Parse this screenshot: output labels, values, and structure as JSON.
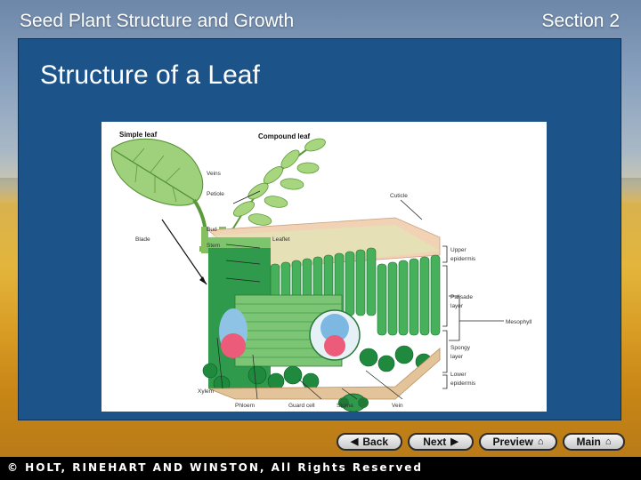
{
  "header": {
    "title": "Seed Plant Structure and Growth",
    "section": "Section 2"
  },
  "slide": {
    "title": "Structure of a Leaf"
  },
  "figure": {
    "simple_leaf": "Simple leaf",
    "compound_leaf": "Compound leaf",
    "veins": "Veins",
    "petiole": "Petiole",
    "bud": "Bud",
    "stem": "Stem",
    "blade": "Blade",
    "leaflet": "Leaflet",
    "cuticle": "Cuticle",
    "upper_epidermis_1": "Upper",
    "upper_epidermis_2": "epidermis",
    "palisade_1": "Palisade",
    "palisade_2": "layer",
    "mesophyll": "Mesophyll",
    "spongy_1": "Spongy",
    "spongy_2": "layer",
    "lower_epidermis_1": "Lower",
    "lower_epidermis_2": "epidermis",
    "xylem": "Xylem",
    "phloem": "Phloem",
    "guard_cell": "Guard cell",
    "stoma": "Stoma",
    "vein": "Vein"
  },
  "nav": {
    "back": "Back",
    "next": "Next",
    "preview": "Preview",
    "main": "Main"
  },
  "footer": {
    "copyright": "© HOLT, RINEHART AND WINSTON, All Rights Reserved"
  }
}
